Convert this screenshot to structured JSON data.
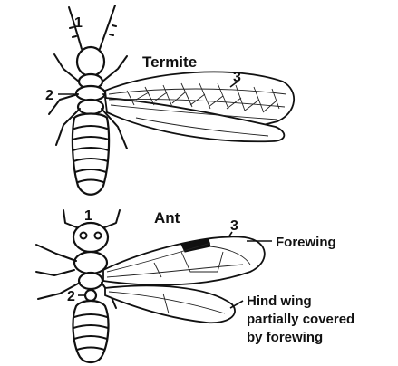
{
  "termite": {
    "title": "Termite",
    "label_antenna": "1",
    "label_waist": "2",
    "label_wing": "3"
  },
  "ant": {
    "title": "Ant",
    "label_antenna": "1",
    "label_waist": "2",
    "label_wing": "3",
    "forewing_label": "Forewing",
    "hindwing_label_lines": [
      "Hind wing",
      "partially covered",
      "by forewing"
    ]
  },
  "colors": {
    "ink": "#111111",
    "background": "#ffffff"
  }
}
